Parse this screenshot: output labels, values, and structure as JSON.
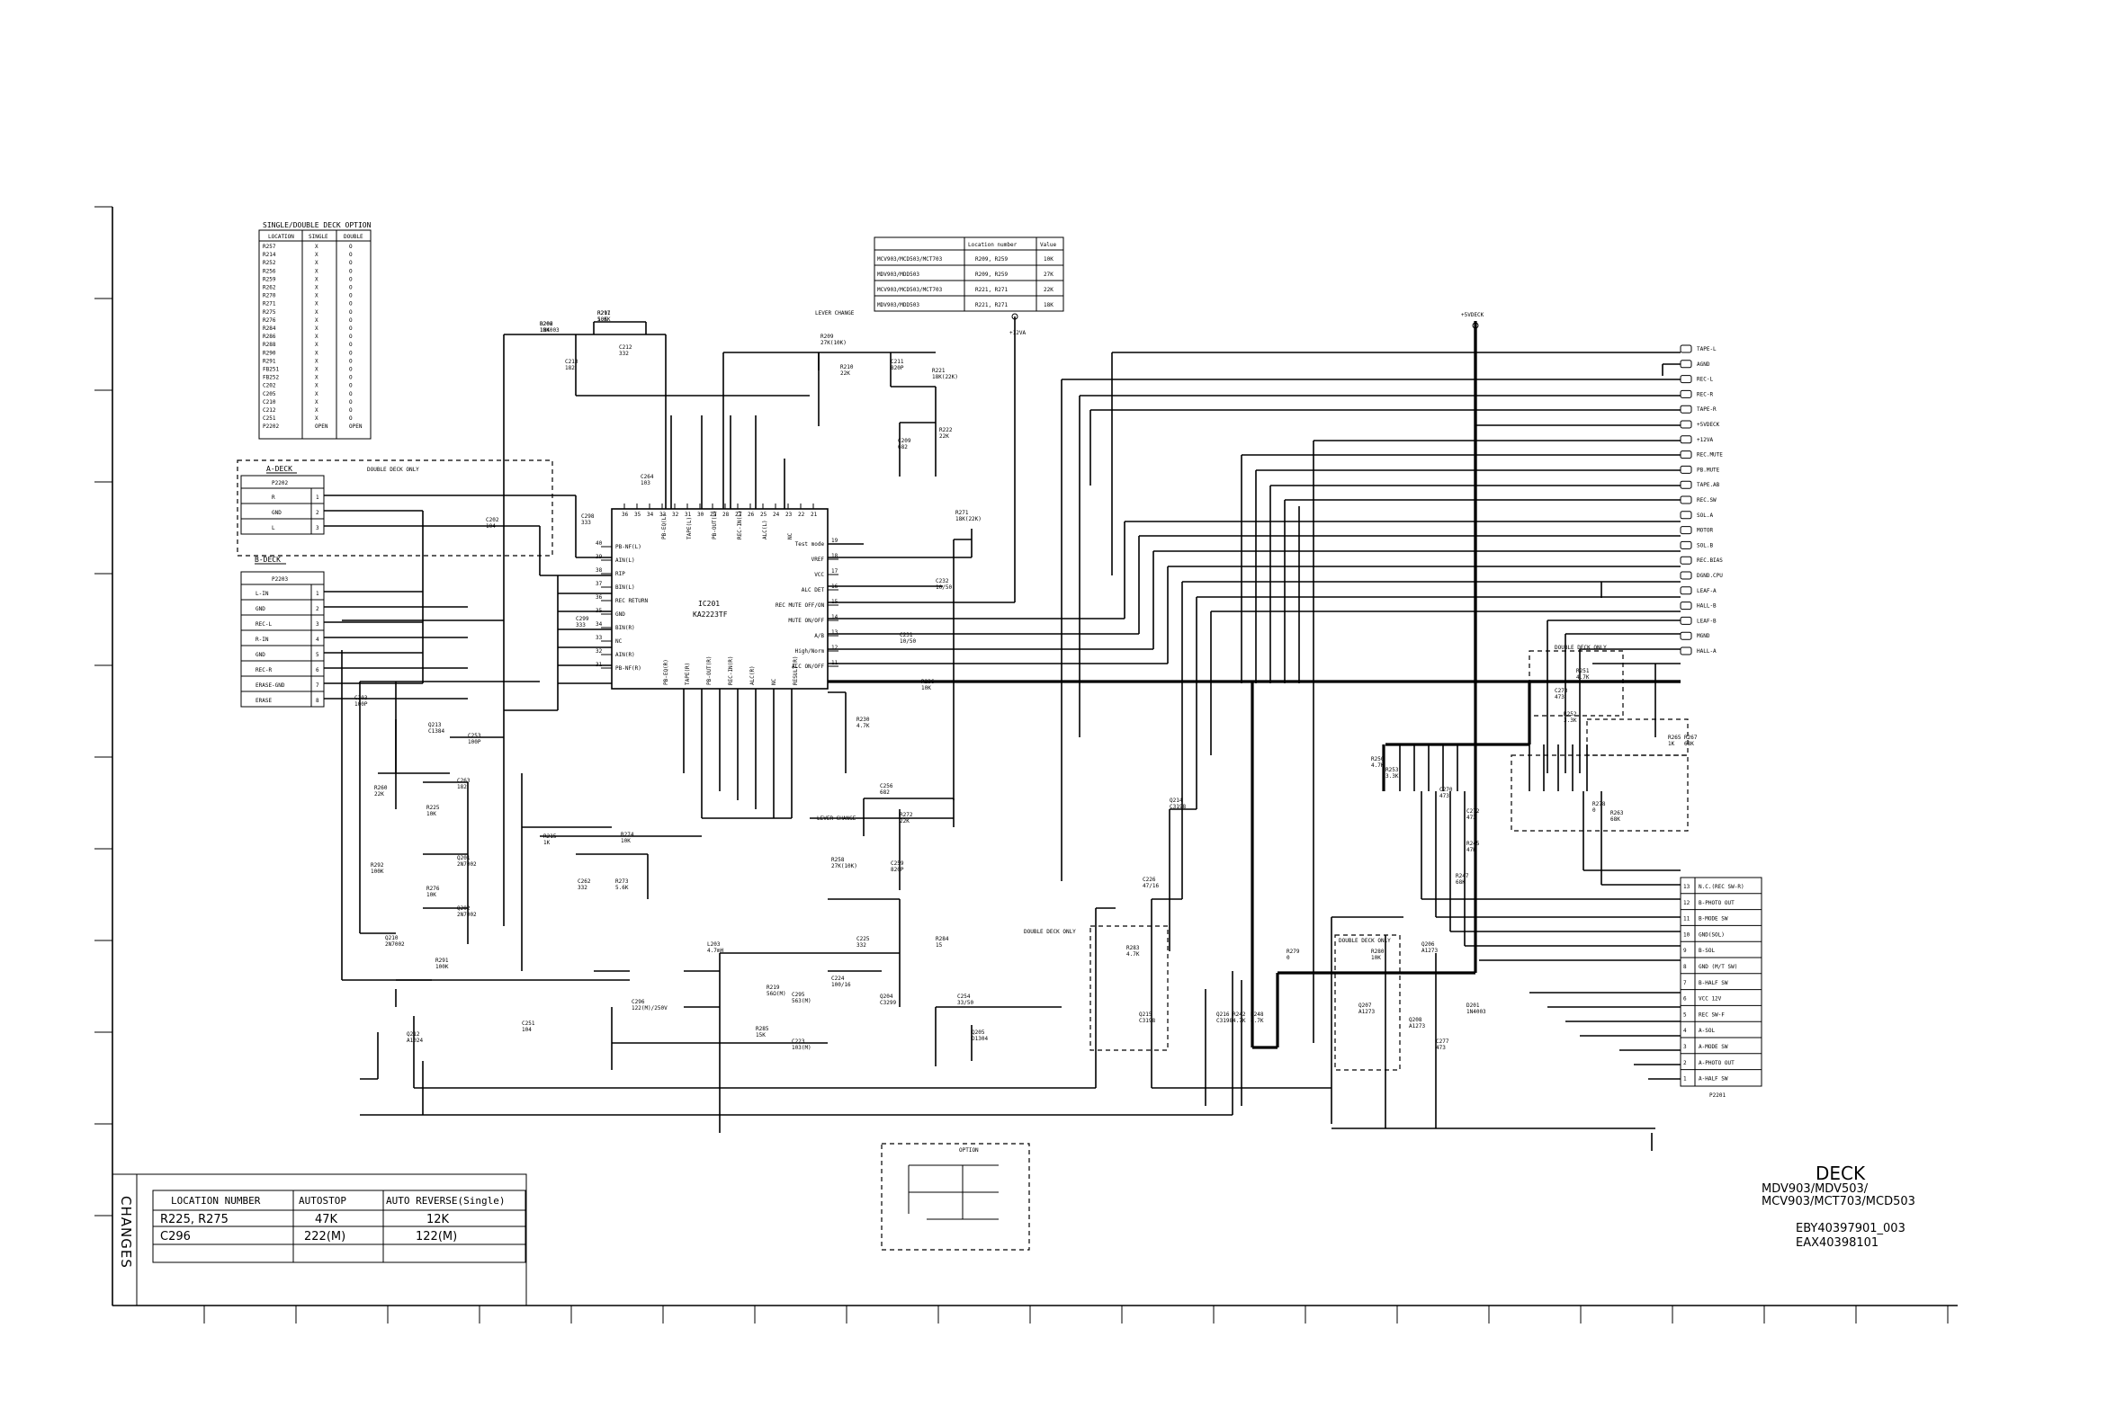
{
  "option_table": {
    "title": "SINGLE/DOUBLE DECK OPTION",
    "headers": [
      "LOCATION",
      "SINGLE",
      "DOUBLE"
    ],
    "rows": [
      [
        "R257",
        "X",
        "O"
      ],
      [
        "R214",
        "X",
        "O"
      ],
      [
        "R252",
        "X",
        "O"
      ],
      [
        "R256",
        "X",
        "O"
      ],
      [
        "R259",
        "X",
        "O"
      ],
      [
        "R262",
        "X",
        "O"
      ],
      [
        "R270",
        "X",
        "O"
      ],
      [
        "R271",
        "X",
        "O"
      ],
      [
        "R275",
        "X",
        "O"
      ],
      [
        "R276",
        "X",
        "O"
      ],
      [
        "R284",
        "X",
        "O"
      ],
      [
        "R286",
        "X",
        "O"
      ],
      [
        "R288",
        "X",
        "O"
      ],
      [
        "R290",
        "X",
        "O"
      ],
      [
        "R291",
        "X",
        "O"
      ],
      [
        "FB251",
        "X",
        "O"
      ],
      [
        "FB252",
        "X",
        "O"
      ],
      [
        "C202",
        "X",
        "O"
      ],
      [
        "C205",
        "X",
        "O"
      ],
      [
        "C210",
        "X",
        "O"
      ],
      [
        "C212",
        "X",
        "O"
      ],
      [
        "C251",
        "X",
        "O"
      ],
      [
        "P2202",
        "OPEN",
        "OPEN"
      ]
    ]
  },
  "value_table": {
    "headers": [
      "",
      "Location number",
      "Value"
    ],
    "rows": [
      [
        "MCV903/MCD503/MCT703",
        "R209, R259",
        "10K"
      ],
      [
        "MDV903/MDD503",
        "R209, R259",
        "27K"
      ],
      [
        "MCV903/MCD503/MCT703",
        "R221, R271",
        "22K"
      ],
      [
        "MDV903/MDD503",
        "R221, R271",
        "18K"
      ]
    ]
  },
  "a_deck": {
    "title": "A-DECK",
    "connector": "P2202",
    "note": "DOUBLE DECK ONLY",
    "pins": [
      [
        "R",
        "1"
      ],
      [
        "GND",
        "2"
      ],
      [
        "L",
        "3"
      ]
    ]
  },
  "b_deck": {
    "title": "B-DECK",
    "connector": "P2203",
    "pins": [
      [
        "L-IN",
        "1"
      ],
      [
        "GND",
        "2"
      ],
      [
        "REC-L",
        "3"
      ],
      [
        "R-IN",
        "4"
      ],
      [
        "GND",
        "5"
      ],
      [
        "REC-R",
        "6"
      ],
      [
        "ERASE-GND",
        "7"
      ],
      [
        "ERASE",
        "8"
      ]
    ]
  },
  "ic": {
    "ref": "IC201",
    "part": "KA2223TF",
    "top_pins": [
      "36",
      "35",
      "34",
      "33",
      "32",
      "31",
      "30",
      "29",
      "28",
      "27",
      "26",
      "25",
      "24",
      "23",
      "22",
      "21"
    ],
    "top_labels": [
      "PB-EQ(L)",
      "TAPE(L)",
      "PB-OUT(L)",
      "REC-IN(L)",
      "ALC(L)",
      "NC"
    ],
    "left_pins": [
      [
        "PB-NF(L)",
        "40"
      ],
      [
        "AIN(L)",
        "39"
      ],
      [
        "RIP",
        "38"
      ],
      [
        "BIN(L)",
        "37"
      ],
      [
        "REC RETURN",
        "36"
      ],
      [
        "GND",
        "35"
      ],
      [
        "BIN(R)",
        "34"
      ],
      [
        "NC",
        "33"
      ],
      [
        "AIN(R)",
        "32"
      ],
      [
        "PB-NF(R)",
        "31"
      ]
    ],
    "right_pins": [
      [
        "Test mode",
        "19"
      ],
      [
        "VREF",
        "18"
      ],
      [
        "VCC",
        "17"
      ],
      [
        "ALC DET",
        "16"
      ],
      [
        "REC MUTE OFF/ON",
        "15"
      ],
      [
        "MUTE ON/OFF",
        "14"
      ],
      [
        "A/B",
        "13"
      ],
      [
        "High/Norm",
        "12"
      ],
      [
        "ALC ON/OFF",
        "11"
      ]
    ],
    "bottom_labels": [
      "PB-EQ(R)",
      "TAPE(R)",
      "PB-OUT(R)",
      "REC-IN(R)",
      "ALC(R)",
      "NC",
      "RESULT(R)"
    ]
  },
  "annotations": {
    "lever_change_1": "LEVER CHANGE",
    "lever_change_2": "LEVER CHANGE",
    "plus12va": "+12VA",
    "plus5vdeck": "+5VDECK",
    "double_deck_only_1": "DOUBLE DECK ONLY",
    "double_deck_only_2": "DOUBLE DECK ONLY",
    "double_deck_only_3": "DOUBLE DECK ONLY",
    "option": "OPTION"
  },
  "components": [
    [
      "R206",
      "10K"
    ],
    [
      "R211",
      "5.6K"
    ],
    [
      "C212",
      "332"
    ],
    [
      "C213",
      "182"
    ],
    [
      "R209",
      "27K(10K)"
    ],
    [
      "R210",
      "22K"
    ],
    [
      "C211",
      "820P"
    ],
    [
      "R221",
      "18K(22K)"
    ],
    [
      "C209",
      "682"
    ],
    [
      "R222",
      "22K"
    ],
    [
      "R271",
      "18K(22K)"
    ],
    [
      "C264",
      "103"
    ],
    [
      "C298",
      "333"
    ],
    [
      "C299",
      "333"
    ],
    [
      "C232",
      "10/50"
    ],
    [
      "C231",
      "10/50"
    ],
    [
      "R236",
      "10K"
    ],
    [
      "R230",
      "4.7K"
    ],
    [
      "C256",
      "682"
    ],
    [
      "R258",
      "27K(10K)"
    ],
    [
      "R272",
      "22K"
    ],
    [
      "C259",
      "820P"
    ],
    [
      "R260",
      "22K"
    ],
    [
      "R225",
      "10K"
    ],
    [
      "R292",
      "100K"
    ],
    [
      "R276",
      "10K"
    ],
    [
      "R291",
      "100K"
    ],
    [
      "R215",
      "1K"
    ],
    [
      "R274",
      "10K"
    ],
    [
      "R273",
      "5.6K"
    ],
    [
      "C262",
      "332"
    ],
    [
      "C263",
      "182"
    ],
    [
      "Q201",
      "2N7002"
    ],
    [
      "Q202",
      "2N7002"
    ],
    [
      "Q210",
      "2N7002"
    ],
    [
      "Q212",
      "A1024"
    ],
    [
      "Q213",
      "C1384"
    ],
    [
      "C253",
      "100P"
    ],
    [
      "C203",
      "100P"
    ],
    [
      "C202",
      "104"
    ],
    [
      "C251",
      "104"
    ],
    [
      "C296",
      "122(M)/250V"
    ],
    [
      "L203",
      "4.7mH"
    ],
    [
      "R219",
      "56Ω(M)"
    ],
    [
      "C295",
      "563(M)"
    ],
    [
      "R285",
      "15K"
    ],
    [
      "C223",
      "103(M)"
    ],
    [
      "C224",
      "100/16"
    ],
    [
      "C225",
      "332"
    ],
    [
      "Q204",
      "C3299"
    ],
    [
      "R284",
      "15"
    ],
    [
      "C254",
      "33/50"
    ],
    [
      "Q205",
      "D1304"
    ],
    [
      "R283",
      "4.7K"
    ],
    [
      "C226",
      "47/16"
    ],
    [
      "Q214",
      "C3198"
    ],
    [
      "Q215",
      "C3198"
    ],
    [
      "Q216",
      "C3198"
    ],
    [
      "R242",
      "4.7K"
    ],
    [
      "R248",
      "4.7K"
    ],
    [
      "R250",
      "4.7K"
    ],
    [
      "R251",
      "4.7K"
    ],
    [
      "C273",
      "473"
    ],
    [
      "R252",
      "3.3K"
    ],
    [
      "R253",
      "3.3K"
    ],
    [
      "C270",
      "473"
    ],
    [
      "C272",
      "473"
    ],
    [
      "R245",
      "47K"
    ],
    [
      "R247",
      "68K"
    ],
    [
      "R263",
      "68K"
    ],
    [
      "R265",
      "1K"
    ],
    [
      "R267",
      "68K"
    ],
    [
      "R278",
      "0"
    ],
    [
      "R279",
      "0"
    ],
    [
      "R280",
      "10K"
    ],
    [
      "Q206",
      "A1273"
    ],
    [
      "Q207",
      "A1273"
    ],
    [
      "Q208",
      "A1273"
    ],
    [
      "C277",
      "473"
    ],
    [
      "D201",
      "1N4003"
    ],
    [
      "D202",
      "1N4003"
    ],
    [
      "R297",
      "10K"
    ]
  ],
  "right_connector": {
    "pins": [
      "TAPE-L",
      "AGND",
      "REC-L",
      "REC-R",
      "TAPE-R",
      "+5VDECK",
      "+12VA",
      "REC.MUTE",
      "PB.MUTE",
      "TAPE.AB",
      "REC.SW",
      "SOL.A",
      "MOTOR",
      "SOL.B",
      "REC.BIAS",
      "DGND.CPU",
      "LEAF-A",
      "HALL-B",
      "LEAF-B",
      "MGND",
      "HALL-A"
    ],
    "mgnd_label": "MGND"
  },
  "p2201": {
    "ref": "P2201",
    "pins": [
      [
        "13",
        "N.C.(REC SW-R)"
      ],
      [
        "12",
        "B-PHOTO OUT"
      ],
      [
        "11",
        "B-MODE SW"
      ],
      [
        "10",
        "GND(SOL)"
      ],
      [
        "9",
        "B-SOL"
      ],
      [
        "8",
        "GND (M/T SW)"
      ],
      [
        "7",
        "B-HALF SW"
      ],
      [
        "6",
        "VCC 12V"
      ],
      [
        "5",
        "REC SW-F"
      ],
      [
        "4",
        "A-SOL"
      ],
      [
        "3",
        "A-MODE SW"
      ],
      [
        "2",
        "A-PHOTO OUT"
      ],
      [
        "1",
        "A-HALF SW"
      ]
    ]
  },
  "ground_labels": {
    "agnd": "AGND",
    "dgnd": "DGND.CPU",
    "mgnd": "MGND"
  },
  "changes_table": {
    "side_label": "CHANGES",
    "headers": [
      "LOCATION NUMBER",
      "AUTOSTOP",
      "AUTO REVERSE(Single)"
    ],
    "rows": [
      [
        "R225, R275",
        "47K",
        "12K"
      ],
      [
        "C296",
        "222(M)",
        "122(M)"
      ]
    ]
  },
  "title_block": {
    "name": "DECK",
    "models_1": "MDV903/MDV503/",
    "models_2": "MCV903/MCT703/MCD503",
    "code_1": "EBY40397901_003",
    "code_2": "EAX40398101"
  }
}
